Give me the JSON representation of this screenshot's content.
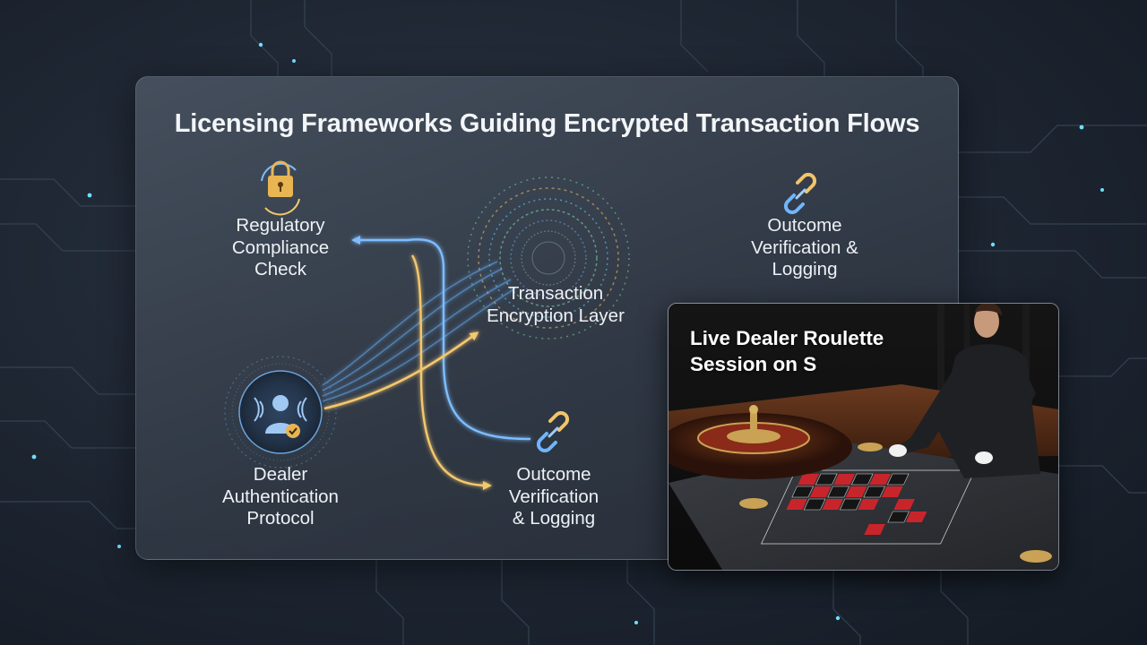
{
  "diagram": {
    "title": "Licensing Frameworks Guiding Encrypted Transaction Flows",
    "nodes": {
      "regulatory": {
        "label_lines": [
          "Regulatory",
          "Compliance",
          "Check"
        ],
        "icon": "padlock-refresh-icon"
      },
      "encryption": {
        "label_lines": [
          "Transaction",
          "Encryption Layer"
        ],
        "icon": "spiral-vortex-icon"
      },
      "outcome_top": {
        "label_lines": [
          "Outcome",
          "Verification &",
          "Logging"
        ],
        "icon": "chain-link-icon"
      },
      "dealer": {
        "label_lines": [
          "Dealer",
          "Authentication",
          "Protocol"
        ],
        "icon": "dealer-user-check-icon"
      },
      "outcome_bottom": {
        "label_lines": [
          "Outcome",
          "Verification",
          "& Logging"
        ],
        "icon": "chain-link-icon"
      }
    }
  },
  "video": {
    "title_lines": [
      "Live Dealer Roulette",
      "Session on S"
    ]
  },
  "colors": {
    "blue_arrow": "#6fb6ff",
    "gold_arrow": "#f2c46b",
    "panel_bg": "#3b4452",
    "page_bg": "#1d2531"
  }
}
